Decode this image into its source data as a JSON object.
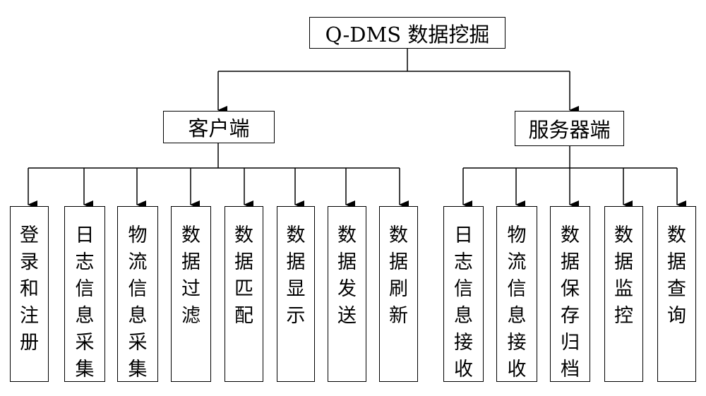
{
  "root": {
    "label": "Q-DMS 数据挖掘"
  },
  "client": {
    "label": "客户端",
    "modules": [
      "登录和注册",
      "日志信息采集",
      "物流信息采集",
      "数据过滤",
      "数据匹配",
      "数据显示",
      "数据发送",
      "数据刷新"
    ]
  },
  "server": {
    "label": "服务器端",
    "modules": [
      "日志信息接收",
      "物流信息接收",
      "数据保存归档",
      "数据监控",
      "数据查询"
    ]
  }
}
